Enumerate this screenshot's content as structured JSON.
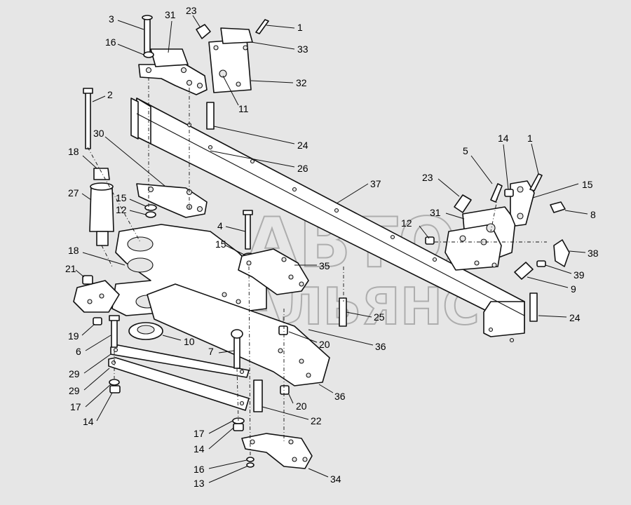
{
  "watermark": {
    "line1": "АВТО",
    "line2": "АЛЬЯНС"
  },
  "callouts": [
    {
      "id": "c3",
      "label": "3"
    },
    {
      "id": "c31a",
      "label": "31"
    },
    {
      "id": "c23a",
      "label": "23"
    },
    {
      "id": "c1a",
      "label": "1"
    },
    {
      "id": "c16a",
      "label": "16"
    },
    {
      "id": "c33",
      "label": "33"
    },
    {
      "id": "c32",
      "label": "32"
    },
    {
      "id": "c2",
      "label": "2"
    },
    {
      "id": "c11",
      "label": "11"
    },
    {
      "id": "c24a",
      "label": "24"
    },
    {
      "id": "c30",
      "label": "30"
    },
    {
      "id": "c26",
      "label": "26"
    },
    {
      "id": "c18a",
      "label": "18"
    },
    {
      "id": "c37",
      "label": "37"
    },
    {
      "id": "c27",
      "label": "27"
    },
    {
      "id": "c15a",
      "label": "15"
    },
    {
      "id": "c12a",
      "label": "12"
    },
    {
      "id": "c4",
      "label": "4"
    },
    {
      "id": "c15b",
      "label": "15"
    },
    {
      "id": "c18b",
      "label": "18"
    },
    {
      "id": "c35",
      "label": "35"
    },
    {
      "id": "c21",
      "label": "21"
    },
    {
      "id": "c5",
      "label": "5"
    },
    {
      "id": "c14a",
      "label": "14"
    },
    {
      "id": "c1b",
      "label": "1"
    },
    {
      "id": "c23b",
      "label": "23"
    },
    {
      "id": "c15c",
      "label": "15"
    },
    {
      "id": "c8",
      "label": "8"
    },
    {
      "id": "c31b",
      "label": "31"
    },
    {
      "id": "c12b",
      "label": "12"
    },
    {
      "id": "c38",
      "label": "38"
    },
    {
      "id": "c39",
      "label": "39"
    },
    {
      "id": "c9",
      "label": "9"
    },
    {
      "id": "c24b",
      "label": "24"
    },
    {
      "id": "c25",
      "label": "25"
    },
    {
      "id": "c19",
      "label": "19"
    },
    {
      "id": "c10",
      "label": "10"
    },
    {
      "id": "c20a",
      "label": "20"
    },
    {
      "id": "c6",
      "label": "6"
    },
    {
      "id": "c36a",
      "label": "36"
    },
    {
      "id": "c7",
      "label": "7"
    },
    {
      "id": "c29a",
      "label": "29"
    },
    {
      "id": "c29b",
      "label": "29"
    },
    {
      "id": "c36b",
      "label": "36"
    },
    {
      "id": "c17a",
      "label": "17"
    },
    {
      "id": "c20b",
      "label": "20"
    },
    {
      "id": "c14b",
      "label": "14"
    },
    {
      "id": "c22",
      "label": "22"
    },
    {
      "id": "c17b",
      "label": "17"
    },
    {
      "id": "c14c",
      "label": "14"
    },
    {
      "id": "c16b",
      "label": "16"
    },
    {
      "id": "c13",
      "label": "13"
    },
    {
      "id": "c34",
      "label": "34"
    }
  ]
}
